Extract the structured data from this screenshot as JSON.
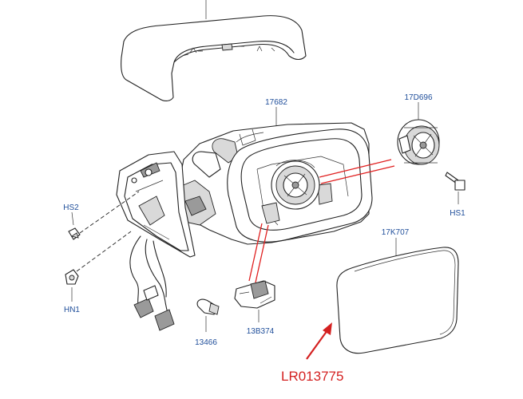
{
  "callouts": {
    "cap_top": "",
    "housing": "17682",
    "motor": "17D696",
    "screw": "HS1",
    "glass": "17K707",
    "bulb_holder": "13B374",
    "bulb": "13466",
    "clip_screw": "HS2",
    "nut": "HN1"
  },
  "part_number": "LR013775",
  "colors": {
    "callout_text": "#1f4e9a",
    "part_number": "#d42020",
    "highlight_lines": "#e02020"
  }
}
